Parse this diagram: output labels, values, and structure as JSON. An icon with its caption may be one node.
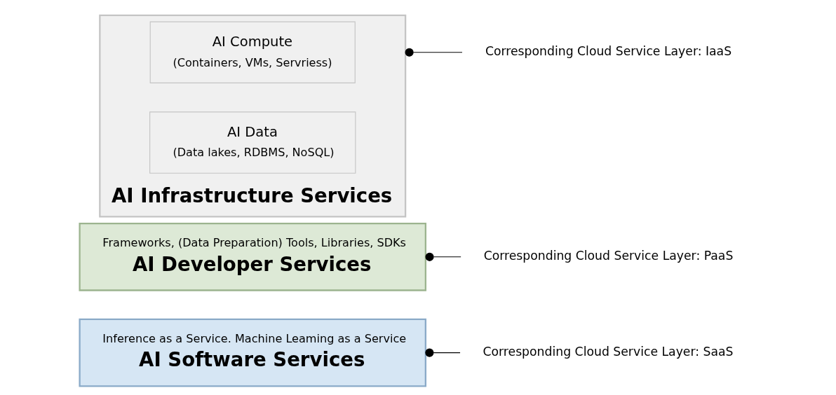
{
  "diagram": {
    "nodes": [
      {
        "text": [
          "Inference as a Service. Machine Leaming as a Service",
          "AI Software Services"
        ]
      },
      {
        "text": [
          "Corresponding Cloud Service Layer: SaaS"
        ]
      },
      {
        "text": [
          "Frameworks, (Data Preparation) Tools, Libraries, SDKs",
          "AI Developer Services"
        ]
      },
      {
        "text": [
          "Corresponding Cloud Service Layer: PaaS"
        ]
      },
      {
        "text": [
          "AI Infrastructure Services"
        ]
      },
      {
        "text": [
          "AI Compute",
          "(Containers, VMs, Servriess)"
        ],
        "in": 4
      },
      {
        "text": [
          "AI Data",
          "(Data lakes, RDBMS, NoSQL)"
        ],
        "in": 4
      },
      {
        "text": [
          "Corresponding Cloud Service Layer: IaaS"
        ]
      }
    ],
    "edges": [
      {
        "from": 1,
        "to": 0,
        "arrow": "other"
      },
      {
        "from": 3,
        "to": 2,
        "arrow": "other"
      },
      {
        "from": 7,
        "to": 4,
        "arrow": "other"
      }
    ]
  }
}
